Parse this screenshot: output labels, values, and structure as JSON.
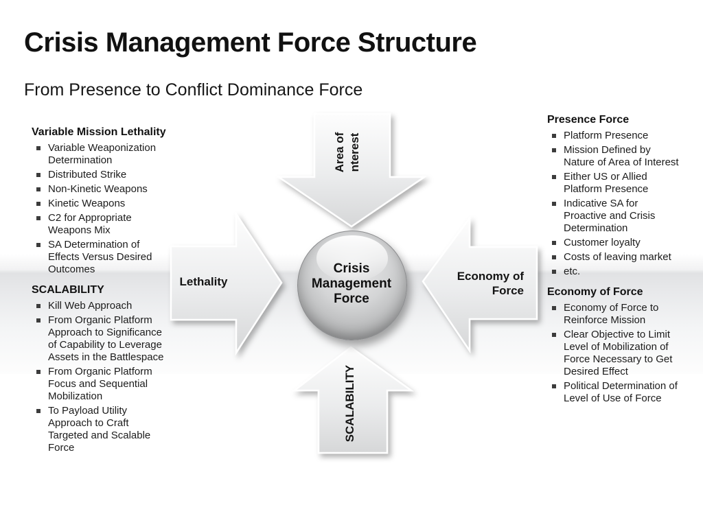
{
  "slide": {
    "title": "Crisis Management Force Structure",
    "subtitle": "From Presence to Conflict Dominance Force"
  },
  "left_panel": {
    "sections": [
      {
        "heading": "Variable Mission Lethality",
        "bullets": [
          "Variable Weaponization Determination",
          "Distributed Strike",
          "Non-Kinetic Weapons",
          "Kinetic Weapons",
          "C2 for Appropriate Weapons Mix",
          "SA Determination of Effects Versus Desired Outcomes"
        ]
      },
      {
        "heading": "SCALABILITY",
        "bullets": [
          "Kill Web Approach",
          "From Organic Platform Approach to Significance of Capability to Leverage Assets in the Battlespace",
          "From Organic Platform Focus and Sequential Mobilization",
          "To Payload Utility Approach to Craft Targeted and Scalable Force"
        ]
      }
    ]
  },
  "right_panel": {
    "sections": [
      {
        "heading": "Presence Force",
        "bullets": [
          "Platform Presence",
          "Mission Defined by Nature of Area of Interest",
          "Either US or Allied Platform Presence",
          "Indicative SA for Proactive and Crisis Determination",
          "Customer loyalty",
          "Costs of leaving market",
          "etc."
        ]
      },
      {
        "heading": "Economy of Force",
        "bullets": [
          "Economy of Force to Reinforce Mission",
          "Clear Objective to Limit Level of Mobilization of Force Necessary to Get Desired Effect",
          "Political Determination of Level of Use of Force"
        ]
      }
    ]
  },
  "diagram": {
    "center_label": "Crisis\nManagement\nForce",
    "arrow_labels": {
      "top": "Area of\nnterest",
      "bottom": "SCALABILITY",
      "left": "Lethality",
      "right": "Economy of\nForce"
    },
    "colors": {
      "arrow_fill_light": "#fbfbfc",
      "arrow_fill_dark": "#d7d8d9",
      "arrow_stroke": "#ffffff",
      "sphere_light": "#e9e9ea",
      "sphere_dark": "#808183",
      "band": "#e1e2e4",
      "text": "#1b1b1b"
    }
  }
}
